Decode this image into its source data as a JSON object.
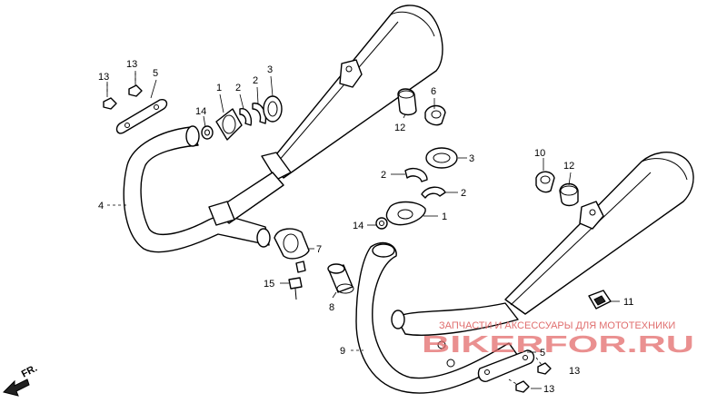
{
  "labels": [
    {
      "id": "lbl-13-a",
      "text": "13"
    },
    {
      "id": "lbl-13-b",
      "text": "13"
    },
    {
      "id": "lbl-5-top",
      "text": "5"
    },
    {
      "id": "lbl-1-top",
      "text": "1"
    },
    {
      "id": "lbl-2-top-a",
      "text": "2"
    },
    {
      "id": "lbl-2-top-b",
      "text": "2"
    },
    {
      "id": "lbl-3-top",
      "text": "3"
    },
    {
      "id": "lbl-14-top",
      "text": "14"
    },
    {
      "id": "lbl-4",
      "text": "4"
    },
    {
      "id": "lbl-7",
      "text": "7"
    },
    {
      "id": "lbl-15",
      "text": "15"
    },
    {
      "id": "lbl-8",
      "text": "8"
    },
    {
      "id": "lbl-12-a",
      "text": "12"
    },
    {
      "id": "lbl-6",
      "text": "6"
    },
    {
      "id": "lbl-3-mid",
      "text": "3"
    },
    {
      "id": "lbl-2-mid-a",
      "text": "2"
    },
    {
      "id": "lbl-2-mid-b",
      "text": "2"
    },
    {
      "id": "lbl-1-mid",
      "text": "1"
    },
    {
      "id": "lbl-14-mid",
      "text": "14"
    },
    {
      "id": "lbl-10",
      "text": "10"
    },
    {
      "id": "lbl-12-b",
      "text": "12"
    },
    {
      "id": "lbl-11",
      "text": "11"
    },
    {
      "id": "lbl-9",
      "text": "9"
    },
    {
      "id": "lbl-5-bot",
      "text": "5"
    },
    {
      "id": "lbl-13-c",
      "text": "13"
    },
    {
      "id": "lbl-13-d",
      "text": "13"
    }
  ],
  "direction_marker": "FR.",
  "watermark": {
    "caption": "ЗАПЧАСТИ И АКСЕССУАРЫ ДЛЯ МОТОТЕХНИКИ",
    "logo": "BIKERFOR.RU"
  },
  "colors": {
    "line": "#000000",
    "background": "#ffffff",
    "watermark": "#e36b6b"
  }
}
